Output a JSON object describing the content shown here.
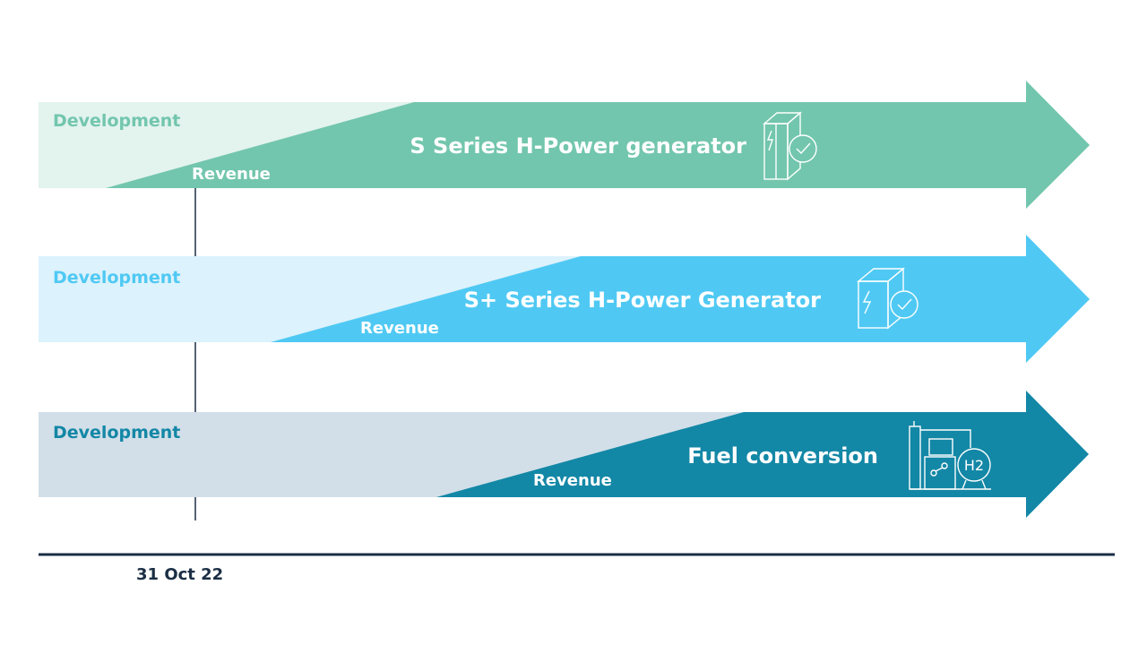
{
  "rows": [
    {
      "development_label": "Development",
      "revenue_label": "Revenue",
      "title": "S Series H-Power generator",
      "icon": "generator-cabinet-check-icon",
      "colors": {
        "arrow": "#72c6ad",
        "development_bg": "#e3f3ee",
        "development_text": "#72c6ad"
      }
    },
    {
      "development_label": "Development",
      "revenue_label": "Revenue",
      "title": "S+ Series H-Power Generator",
      "icon": "generator-box-check-icon",
      "colors": {
        "arrow": "#4fc9f3",
        "development_bg": "#dcf2fc",
        "development_text": "#4fc9f3"
      }
    },
    {
      "development_label": "Development",
      "revenue_label": "Revenue",
      "title": "Fuel conversion",
      "icon": "hydrogen-plant-icon",
      "icon_text": "H2",
      "colors": {
        "arrow": "#1387a6",
        "development_bg": "#d2dfe8",
        "development_text": "#1387a6"
      }
    }
  ],
  "timeline": {
    "date_label": "31 Oct 22",
    "axis_color": "#1b2e45"
  }
}
